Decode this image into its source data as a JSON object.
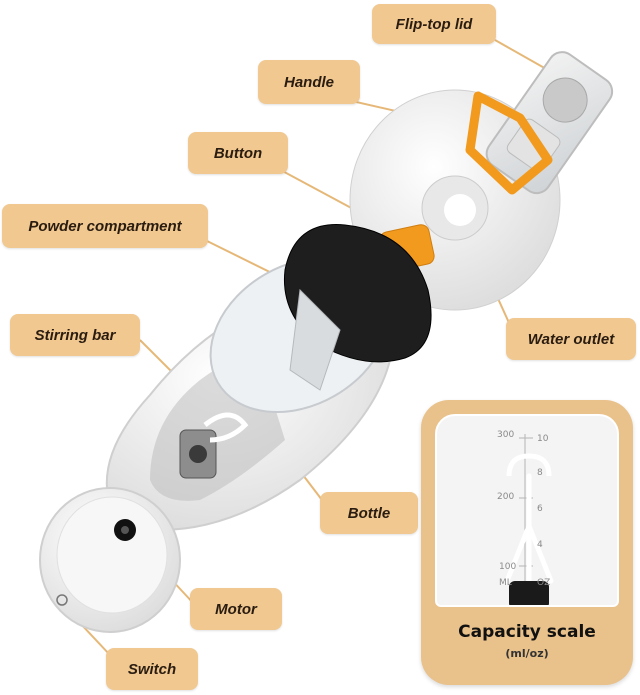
{
  "labels": {
    "flip_top_lid": "Flip-top lid",
    "handle": "Handle",
    "button": "Button",
    "powder_compartment": "Powder compartment",
    "stirring_bar": "Stirring bar",
    "water_outlet": "Water outlet",
    "bottle": "Bottle",
    "motor": "Motor",
    "switch": "Switch"
  },
  "inset": {
    "title": "Capacity scale",
    "subtitle": "(ml/oz)",
    "ml_unit": "ML",
    "oz_unit": "OZ",
    "ml_ticks": [
      "300",
      "200",
      "100"
    ],
    "oz_ticks": [
      "10",
      "8",
      "6",
      "4"
    ]
  },
  "colors": {
    "label_bg": "#f0c890",
    "inset_bg": "#e9c18a",
    "accent_orange": "#f29a1e",
    "cap_black": "#1e1e1e"
  }
}
